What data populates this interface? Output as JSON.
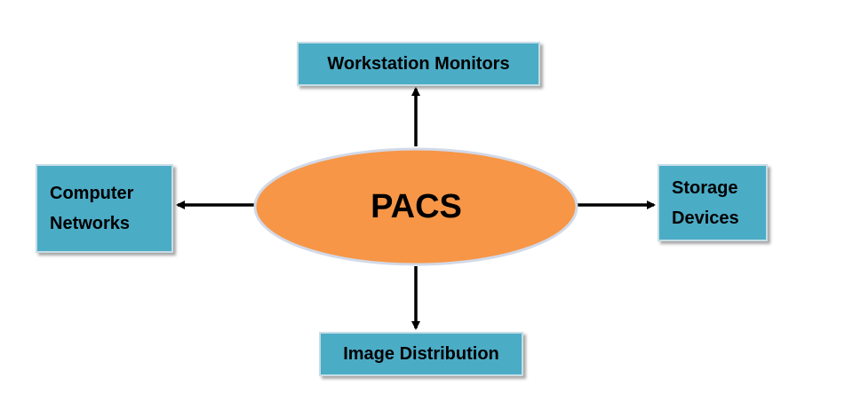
{
  "diagram": {
    "center": {
      "label": "PACS",
      "fill": "#f79646",
      "stroke": "#d2d9e8"
    },
    "nodes": {
      "top": {
        "label": "Workstation Monitors"
      },
      "left": {
        "line1": "Computer",
        "line2": "Networks"
      },
      "right": {
        "line1": "Storage",
        "line2": "Devices"
      },
      "bottom": {
        "label": "Image Distribution"
      }
    },
    "node_fill": "#4bacc6",
    "arrow_color": "#000000"
  }
}
